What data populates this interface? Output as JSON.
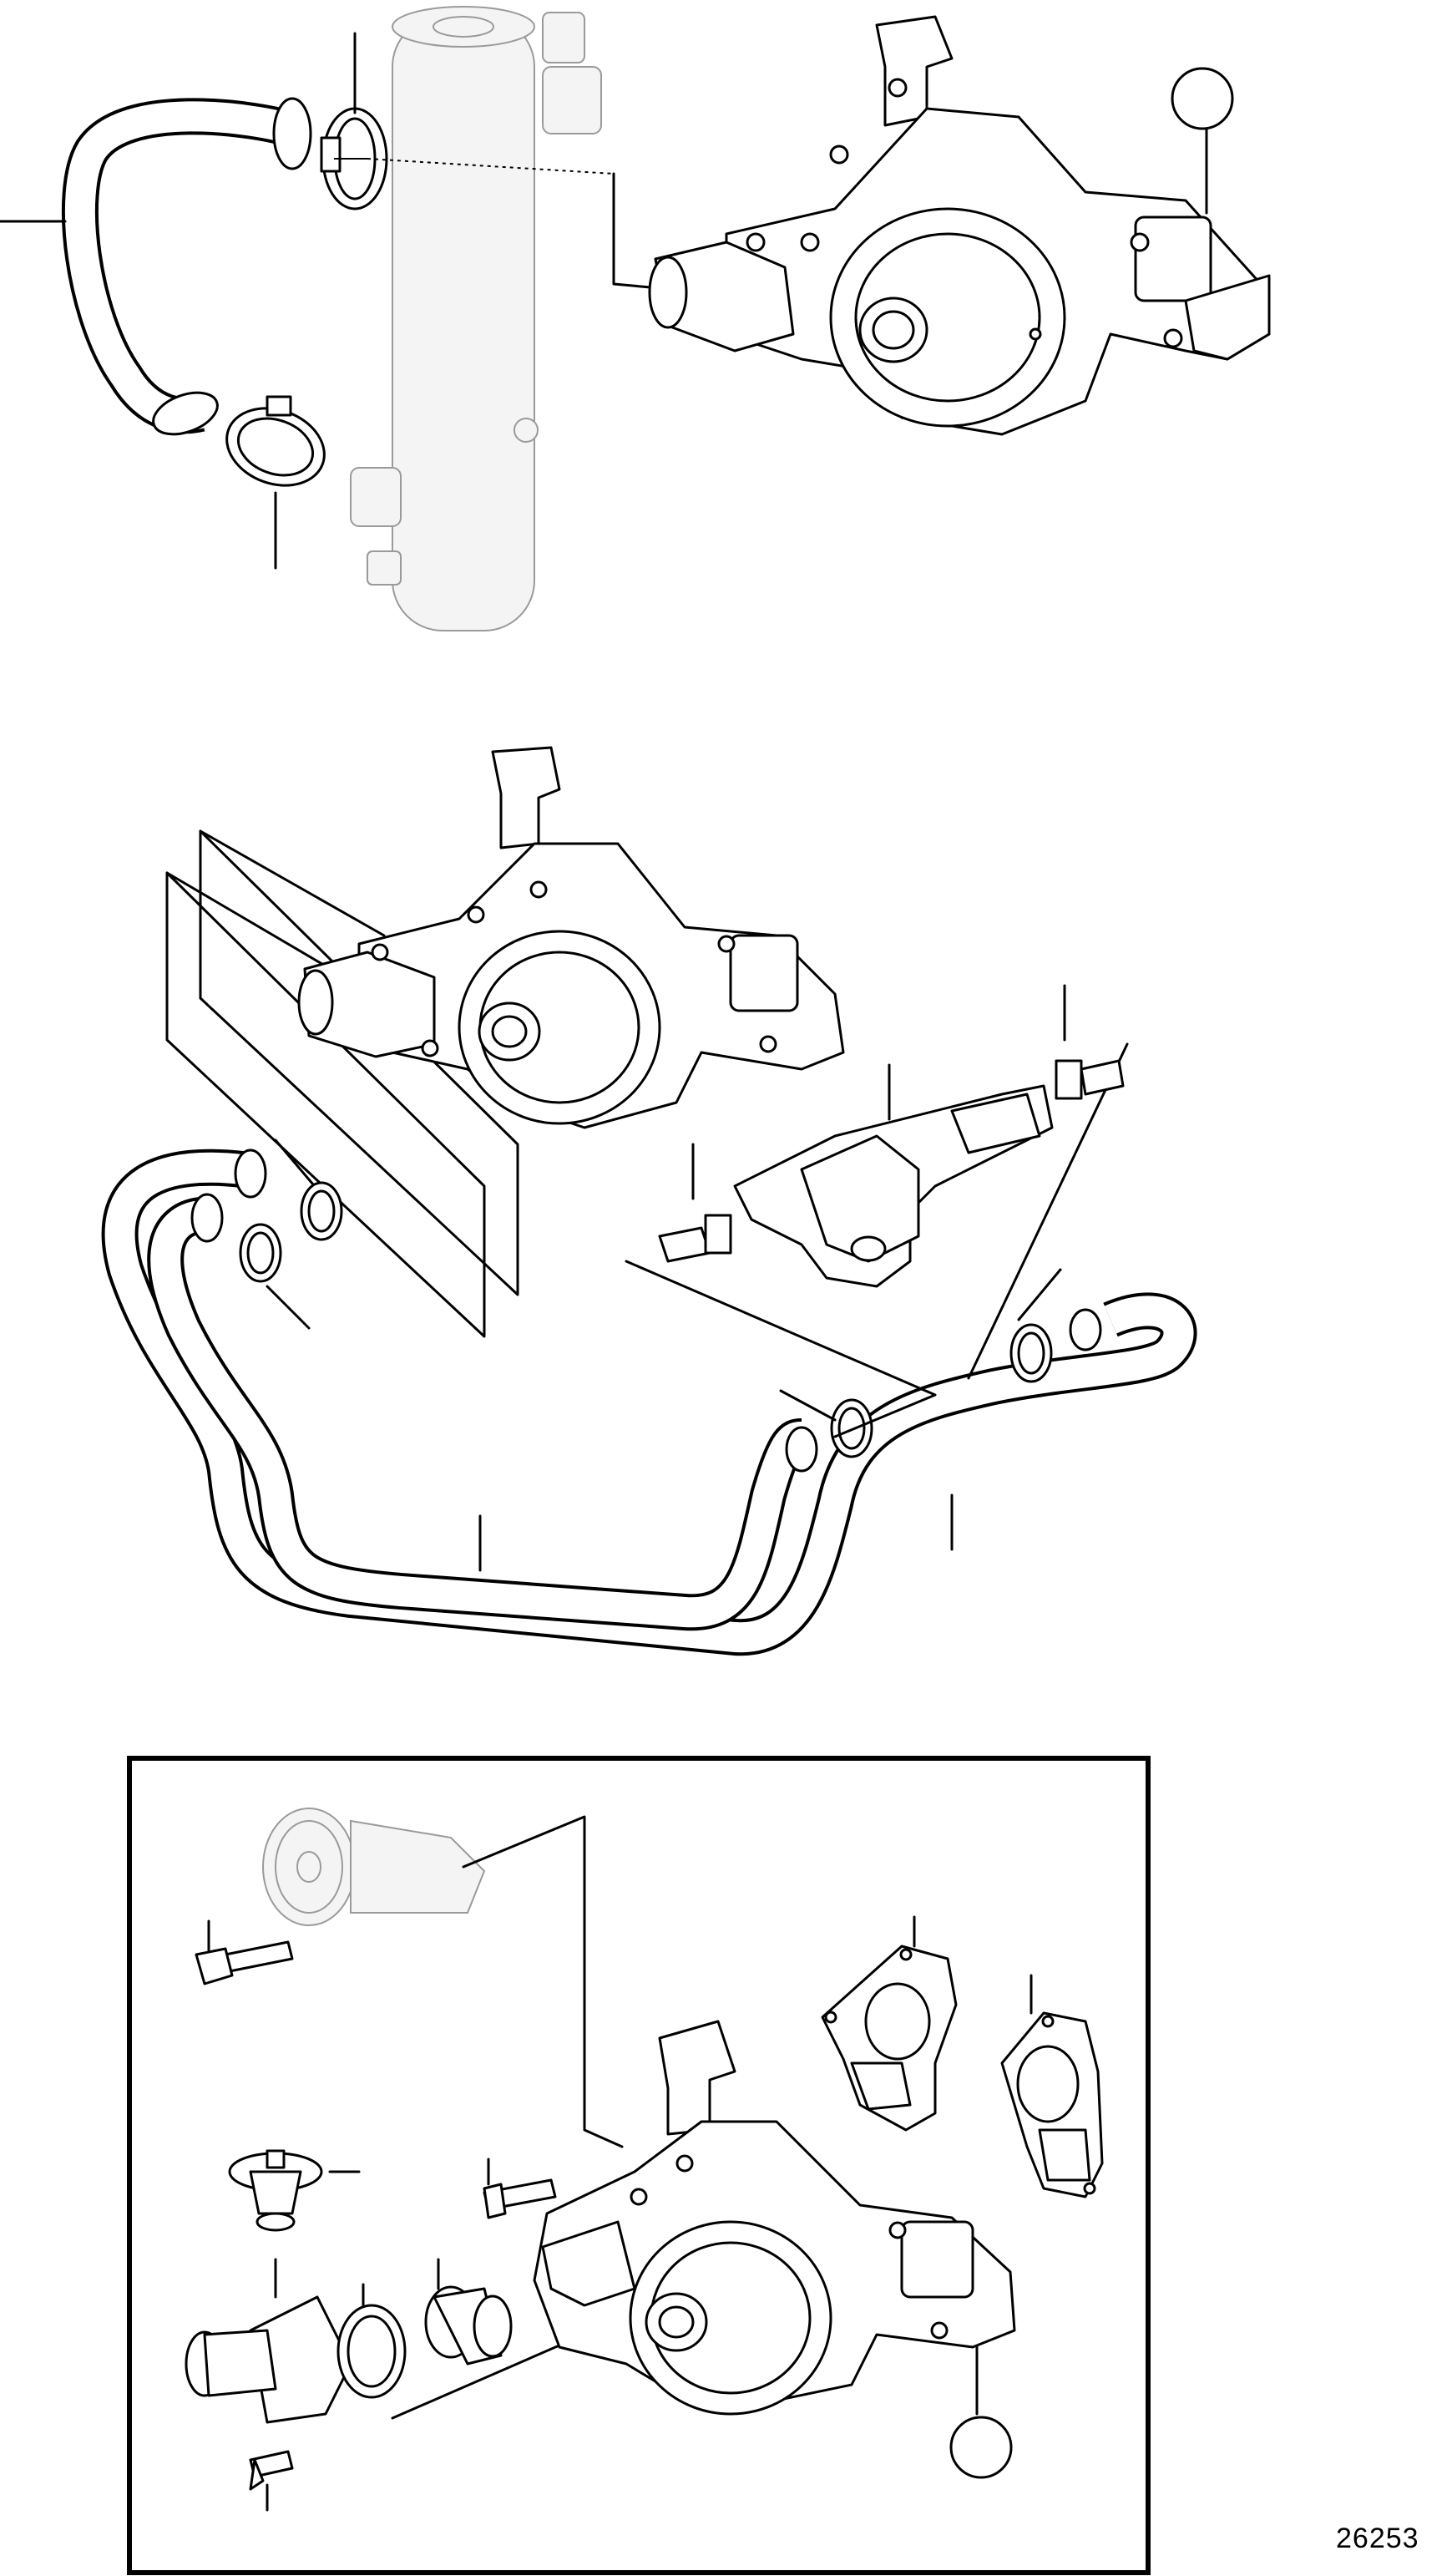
{
  "figure": {
    "reference_number": "26253"
  },
  "colors": {
    "line": "#000000",
    "background": "#ffffff",
    "ghost_part": "#9a9a9a"
  },
  "assemblies": [
    {
      "name": "top-section",
      "parts": [
        "cooling-hose",
        "hose-clamp-upper",
        "hose-clamp-lower",
        "heat-exchanger",
        "water-pump",
        "callout-circle"
      ]
    },
    {
      "name": "middle-section",
      "parts": [
        "water-pump",
        "hose-pair",
        "hose-clamps",
        "manifold",
        "fitting-left",
        "fitting-right"
      ]
    },
    {
      "name": "bottom-section-inset",
      "parts": [
        "idler-pulley",
        "long-bolt",
        "thermostat",
        "bolt",
        "thermostat-housing",
        "o-ring",
        "insert",
        "water-pump",
        "gasket-a",
        "gasket-b",
        "callout-circle"
      ]
    }
  ]
}
